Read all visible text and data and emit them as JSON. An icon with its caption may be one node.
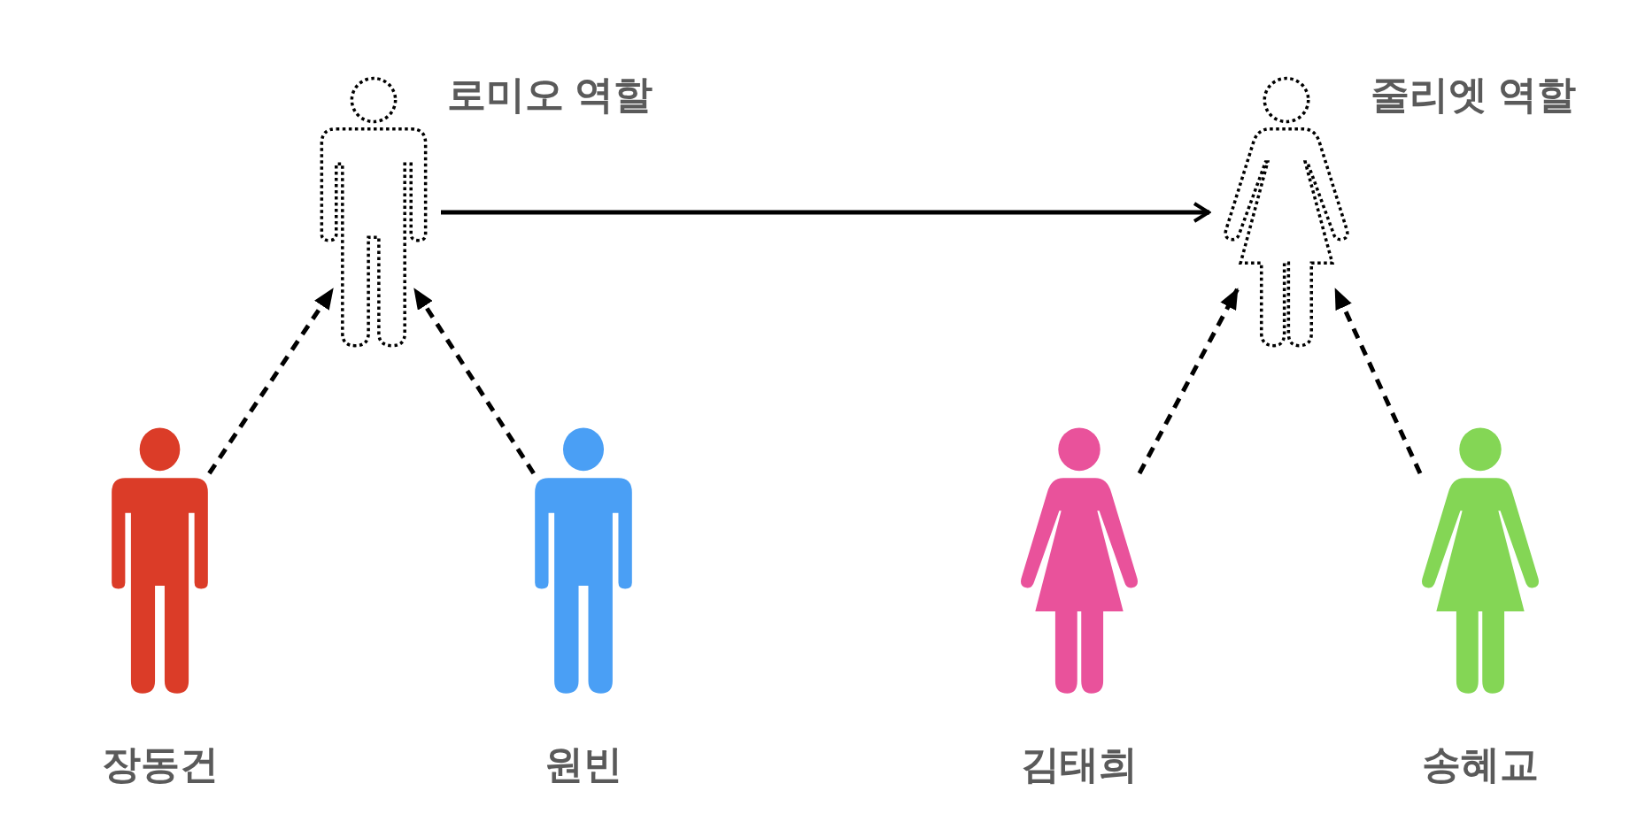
{
  "diagram": {
    "nodes": [
      {
        "text": [
          "로미오 역할"
        ]
      },
      {
        "text": [
          "줄리엣 역할"
        ]
      },
      {
        "text": [
          "장동건"
        ]
      },
      {
        "text": [
          "원빈"
        ]
      },
      {
        "text": [
          "김태희"
        ]
      },
      {
        "text": [
          "송혜교"
        ]
      }
    ],
    "edges": [
      {
        "from": 0,
        "to": 1,
        "arrow": "to"
      },
      {
        "from": 2,
        "to": 0,
        "arrow": "to",
        "style": "dashed"
      },
      {
        "from": 3,
        "to": 0,
        "arrow": "to",
        "style": "dashed"
      },
      {
        "from": 4,
        "to": 1,
        "arrow": "to",
        "style": "dashed"
      },
      {
        "from": 5,
        "to": 1,
        "arrow": "to",
        "style": "dashed"
      }
    ]
  }
}
